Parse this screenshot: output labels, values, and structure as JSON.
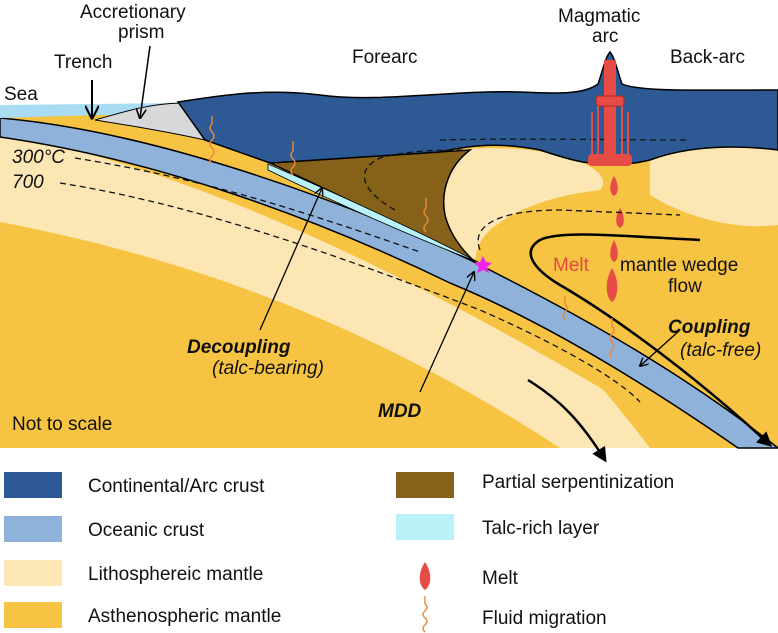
{
  "labels": {
    "sea": "Sea",
    "trench": "Trench",
    "accretionary_prism_line1": "Accretionary",
    "accretionary_prism_line2": "prism",
    "forearc": "Forearc",
    "magmatic_arc_line1": "Magmatic",
    "magmatic_arc_line2": "arc",
    "back_arc": "Back-arc",
    "isotherm_300": "300°C",
    "isotherm_700": "700",
    "melt": "Melt",
    "mantle_wedge_flow_line1": "mantle wedge",
    "mantle_wedge_flow_line2": "flow",
    "decoupling": "Decoupling",
    "decoupling_sub": "(talc-bearing)",
    "coupling": "Coupling",
    "coupling_sub": "(talc-free)",
    "mdd": "MDD",
    "not_to_scale": "Not to scale"
  },
  "legend": {
    "continental_crust": "Continental/Arc crust",
    "oceanic_crust": "Oceanic crust",
    "lithospheric_mantle": "Lithosphereic mantle",
    "asthenospheric_mantle": "Asthenospheric mantle",
    "partial_serpentinization": "Partial serpentinization",
    "talc_layer": "Talc-rich layer",
    "melt": "Melt",
    "fluid_migration": "Fluid migration"
  },
  "colors": {
    "continental_crust": "#2d5a94",
    "oceanic_crust": "#8fb2da",
    "lithospheric_mantle": "#fbe6b4",
    "asthenospheric_mantle": "#f6c442",
    "serpentinization": "#85611a",
    "talc": "#b8f1f7",
    "sea": "#a8dcf3",
    "melt": "#e64b46",
    "fluid": "#e8883a",
    "mdd_star": "#ee22ee"
  }
}
